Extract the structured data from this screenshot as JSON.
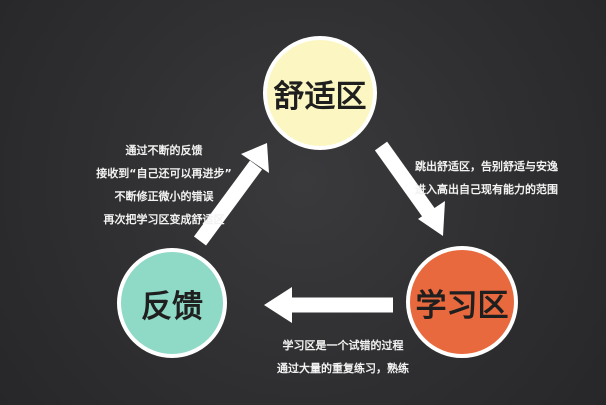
{
  "diagram": {
    "nodes": {
      "comfort_zone": "舒适区",
      "learning_zone": "学习区",
      "feedback": "反馈"
    },
    "notes": {
      "comfort_to_learning": [
        "跳出舒适区，告别舒适与安逸",
        "进入高出自己现有能力的范围"
      ],
      "learning_to_feedback": [
        "学习区是一个试错的过程",
        "通过大量的重复练习，熟练"
      ],
      "feedback_to_comfort": [
        "通过不断的反馈",
        "接收到“自己还可以再进步”",
        "不断修正微小的错误",
        "再次把学习区变成舒适区"
      ]
    },
    "colors": {
      "background": "#2f2f31",
      "comfort_fill": "#fcf7c2",
      "learning_fill": "#e8693e",
      "feedback_fill": "#8fd9c7",
      "outline": "#ffffff",
      "arrow": "#ffffff"
    }
  }
}
